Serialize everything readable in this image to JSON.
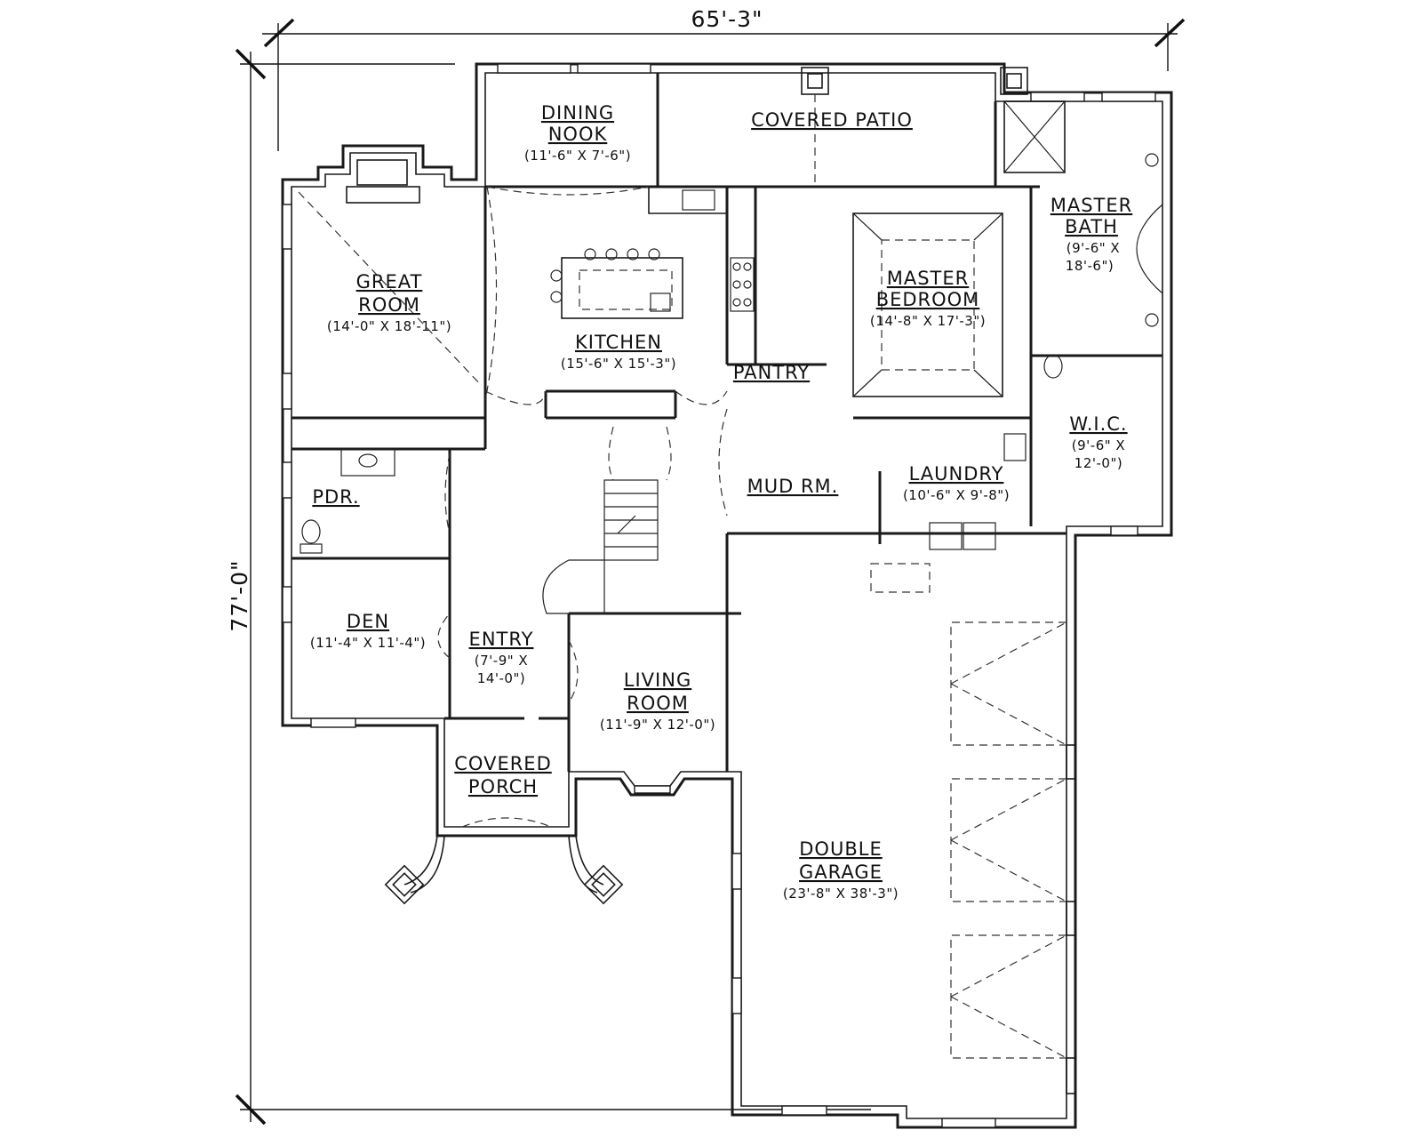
{
  "dimensions": {
    "width_label": "65'-3\"",
    "depth_label": "77'-0\""
  },
  "rooms": {
    "dining_nook": {
      "name_1": "DINING",
      "name_2": "NOOK",
      "size": "(11'-6\" X 7'-6\")"
    },
    "covered_patio": {
      "name_1": "COVERED PATIO"
    },
    "master_bath": {
      "name_1": "MASTER",
      "name_2": "BATH",
      "size_1": "(9'-6\" X",
      "size_2": "18'-6\")"
    },
    "great_room": {
      "name_1": "GREAT",
      "name_2": "ROOM",
      "size": "(14'-0\" X 18'-11\")"
    },
    "kitchen": {
      "name_1": "KITCHEN",
      "size": "(15'-6\" X 15'-3\")"
    },
    "master_bedroom": {
      "name_1": "MASTER",
      "name_2": "BEDROOM",
      "size": "(14'-8\" X 17'-3\")"
    },
    "pantry": {
      "name_1": "PANTRY"
    },
    "wic": {
      "name_1": "W.I.C.",
      "size_1": "(9'-6\" X",
      "size_2": "12'-0\")"
    },
    "pdr": {
      "name_1": "PDR."
    },
    "mud_rm": {
      "name_1": "MUD RM."
    },
    "laundry": {
      "name_1": "LAUNDRY",
      "size": "(10'-6\" X 9'-8\")"
    },
    "den": {
      "name_1": "DEN",
      "size": "(11'-4\" X 11'-4\")"
    },
    "entry": {
      "name_1": "ENTRY",
      "size_1": "(7'-9\" X",
      "size_2": "14'-0\")"
    },
    "living_room": {
      "name_1": "LIVING",
      "name_2": "ROOM",
      "size": "(11'-9\" X 12'-0\")"
    },
    "covered_porch": {
      "name_1": "COVERED",
      "name_2": "PORCH"
    },
    "double_garage": {
      "name_1": "DOUBLE",
      "name_2": "GARAGE",
      "size": "(23'-8\" X 38'-3\")"
    }
  }
}
